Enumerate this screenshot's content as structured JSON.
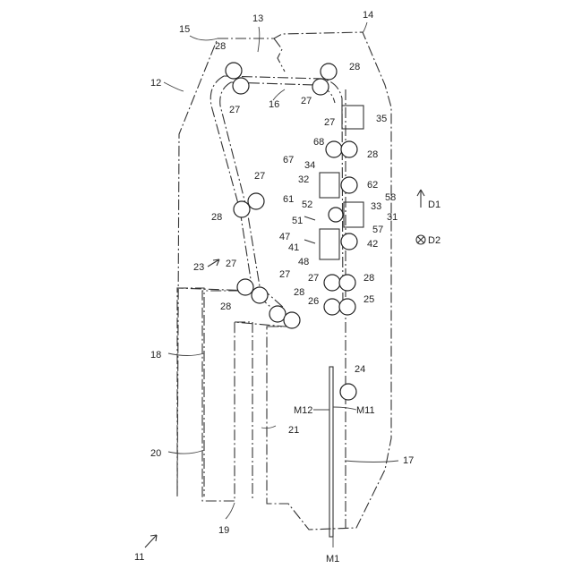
{
  "figure": {
    "labels": {
      "l11": "11",
      "l12": "12",
      "l13": "13",
      "l14": "14",
      "l15": "15",
      "l16": "16",
      "l17": "17",
      "l18": "18",
      "l19": "19",
      "l20": "20",
      "l21": "21",
      "l23": "23",
      "l24": "24",
      "l25": "25",
      "l26": "26",
      "l27": "27",
      "l28": "28",
      "l31": "31",
      "l32": "32",
      "l33": "33",
      "l34": "34",
      "l35": "35",
      "l41": "41",
      "l42": "42",
      "l47": "47",
      "l48": "48",
      "l51": "51",
      "l52": "52",
      "l57": "57",
      "l58": "58",
      "l61": "61",
      "l62": "62",
      "l67": "67",
      "l68": "68",
      "m1": "M1",
      "m11": "M11",
      "m12": "M12",
      "d1": "D1",
      "d2": "D2"
    }
  }
}
